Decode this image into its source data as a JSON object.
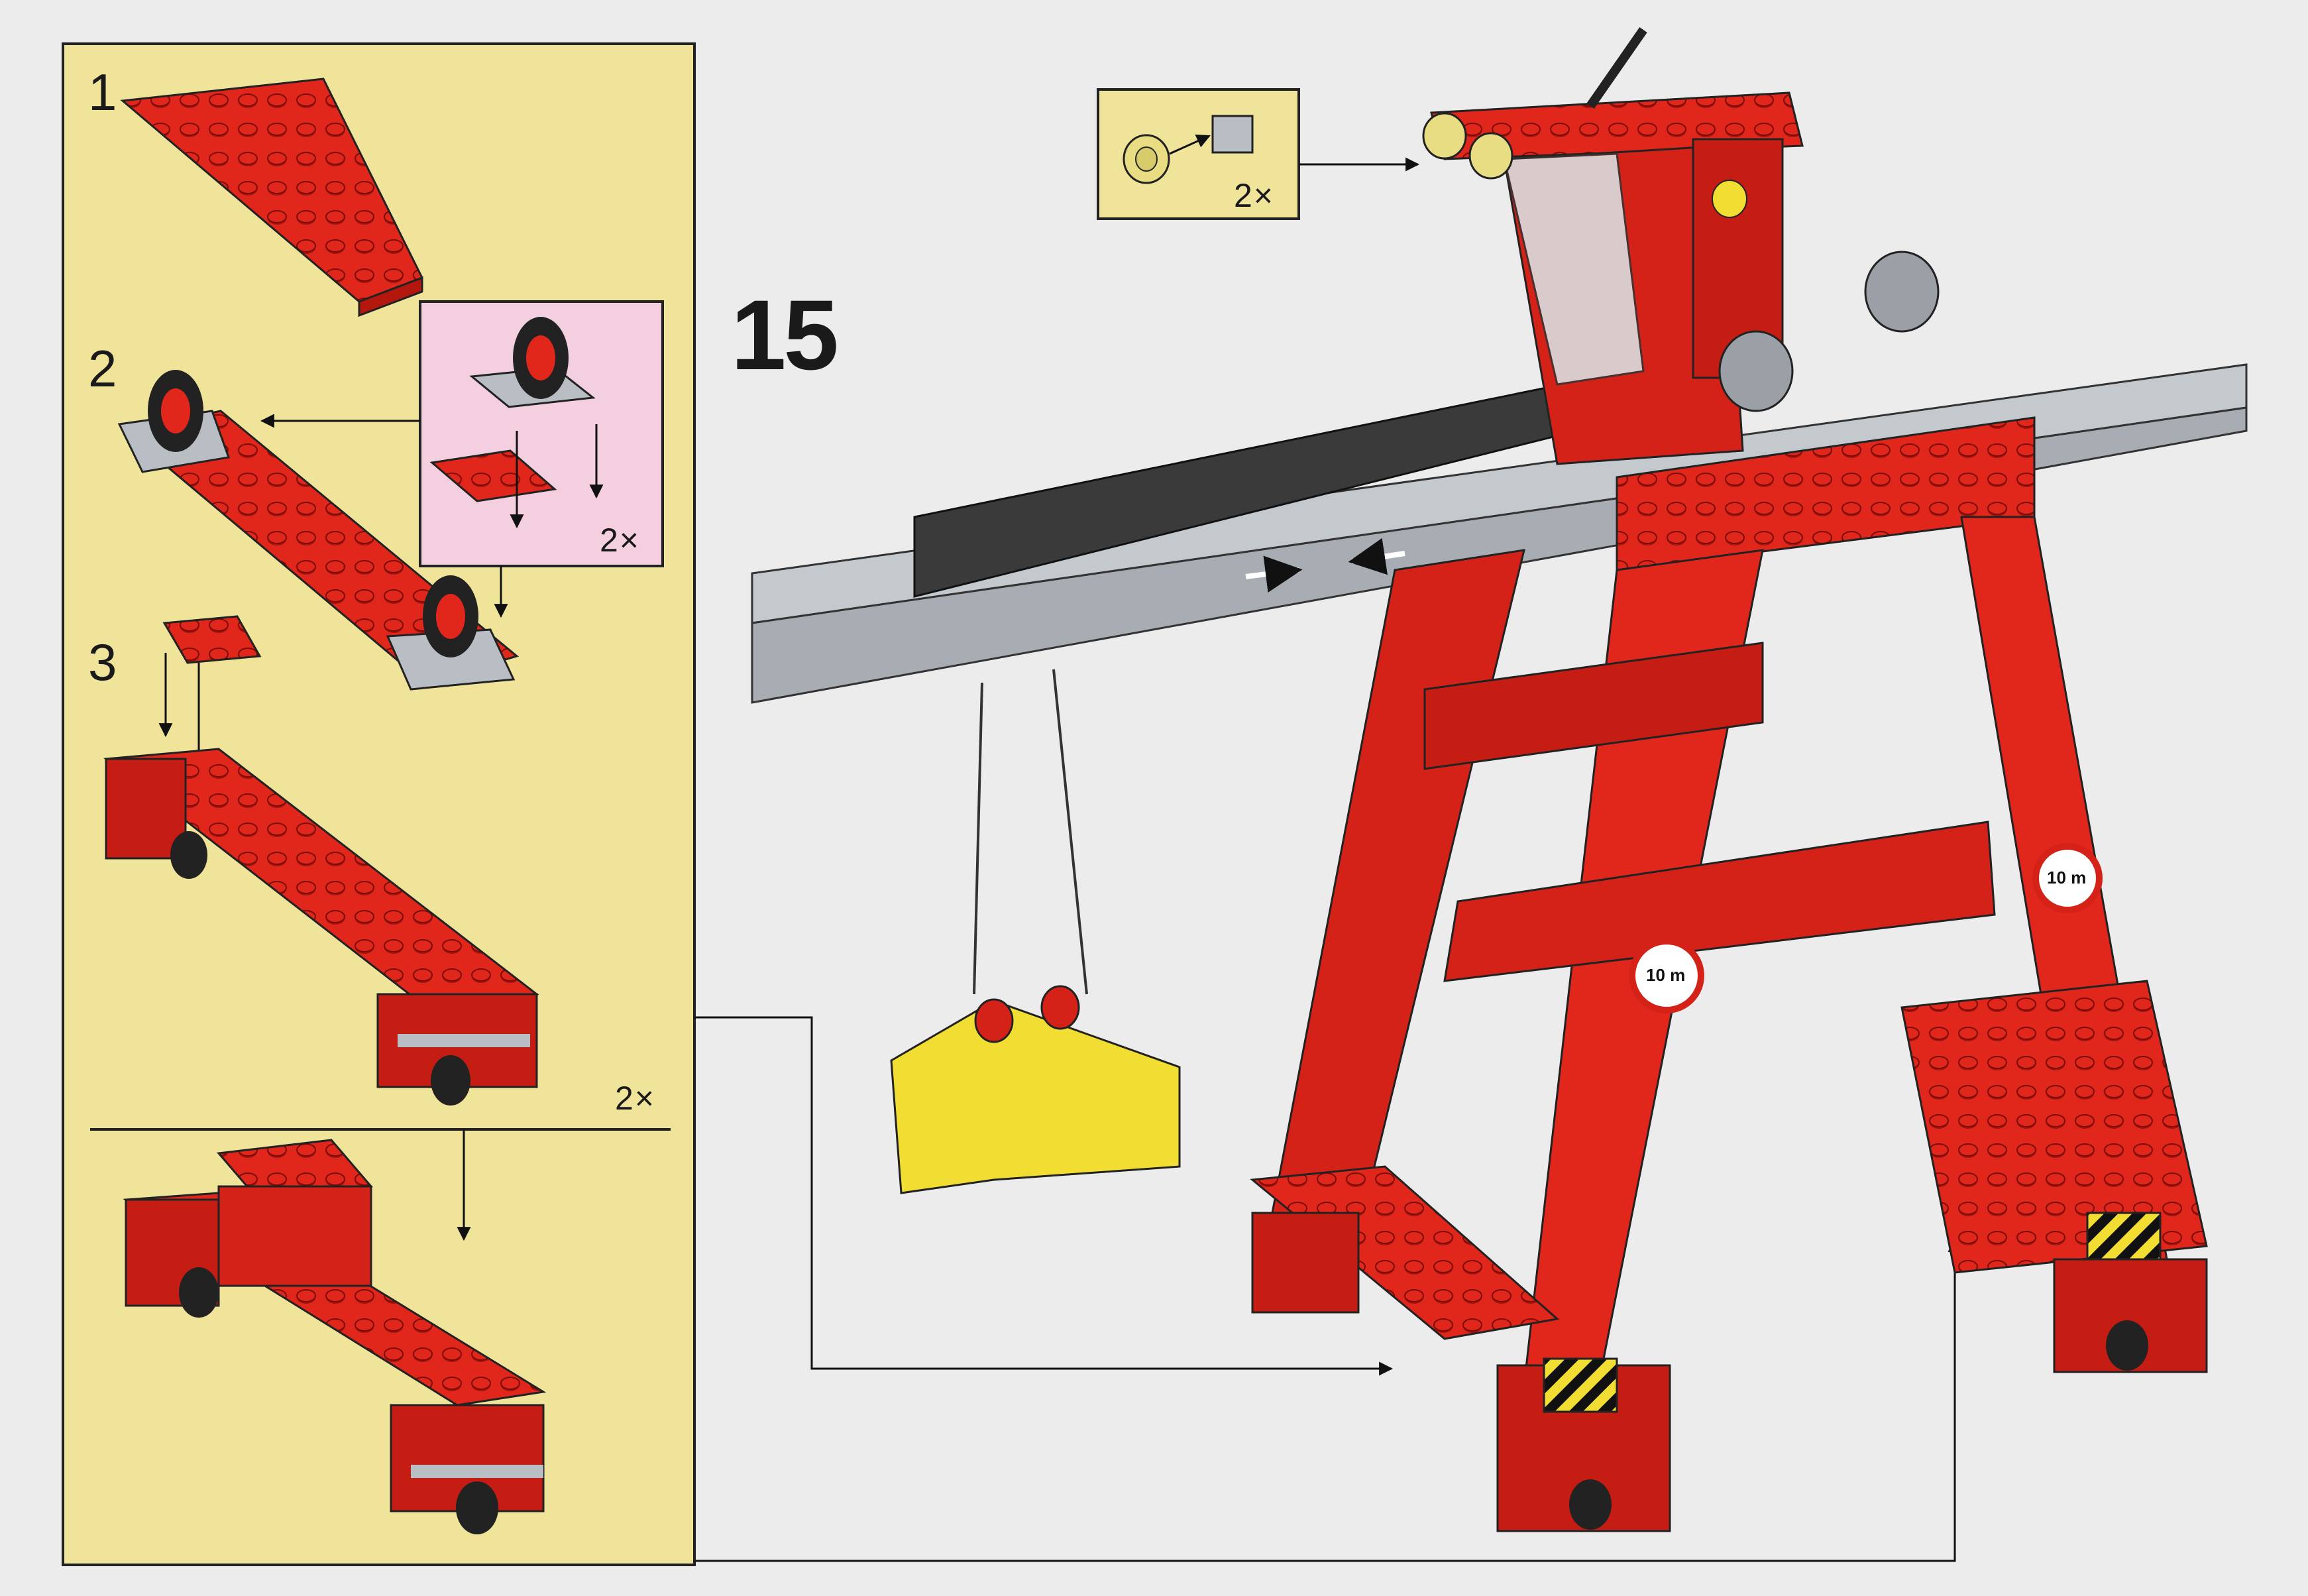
{
  "main_step": {
    "number": "15"
  },
  "sub_steps": [
    {
      "number": "1"
    },
    {
      "number": "2",
      "callout_multiplier": "2×"
    },
    {
      "number": "3"
    }
  ],
  "assembly": {
    "multiplier": "2×"
  },
  "top_callout": {
    "multiplier": "2×"
  },
  "signs": {
    "height_limit_left": "10 m",
    "height_limit_right": "10 m"
  },
  "colors": {
    "panel_yellow": "#f0e39a",
    "callout_pink": "#f3cfe0",
    "brick_red": "#e1261c",
    "brick_gray": "#b9bec4",
    "grab_yellow": "#f2de33",
    "page_gray": "#ececec"
  }
}
